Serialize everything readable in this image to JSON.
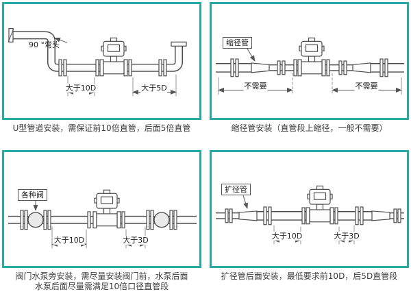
{
  "colors": {
    "panel_border": "#2BA8A4",
    "line": "#4D4D4D",
    "background": "#FFFFFF"
  },
  "panels": {
    "u_type": {
      "callout": "90 °弯头",
      "dim_left": "大于10D",
      "dim_right": "大于5D",
      "caption": "U型管道安装，需保证前10倍直管，后面5倍直管"
    },
    "reducer": {
      "callout": "缩径管",
      "dim_left": "不需要",
      "dim_right": "不需要",
      "caption": "缩径管安装（直管段上缩径，一般不需要）"
    },
    "valve": {
      "callout": "各种阀",
      "dim_left": "大于10D",
      "dim_right": "大于3D",
      "caption_line1": "阀门水泵旁安装，需尽量安装阀门前，水泵后面",
      "caption_line2": "水泵后面尽量需满足10倍口径直管段"
    },
    "expander": {
      "callout": "扩径管",
      "dim_left": "大于10D",
      "dim_right": "大于3D",
      "caption": "扩径管后面安装，最低要求前10D，后5D直管段"
    }
  }
}
